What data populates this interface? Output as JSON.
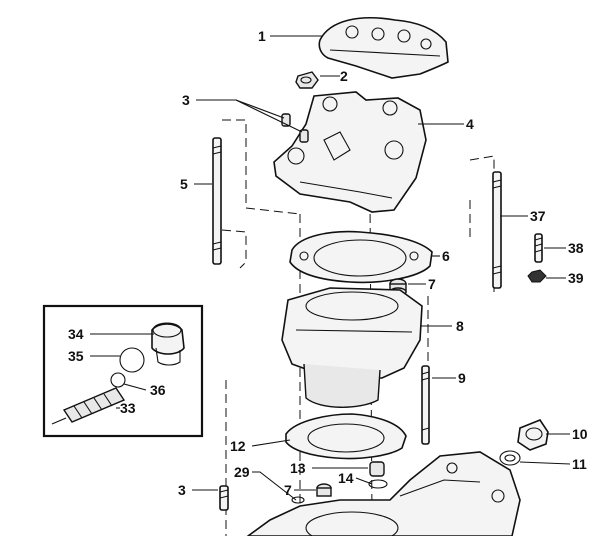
{
  "diagram": {
    "callouts": {
      "c1": "1",
      "c2": "2",
      "c3a": "3",
      "c4": "4",
      "c5": "5",
      "c6": "6",
      "c7a": "7",
      "c8": "8",
      "c9": "9",
      "c10": "10",
      "c11": "11",
      "c12": "12",
      "c13": "13",
      "c14": "14",
      "c3b": "3",
      "c29": "29",
      "c7b": "7",
      "c33": "33",
      "c34": "34",
      "c35": "35",
      "c36": "36",
      "c37": "37",
      "c38": "38",
      "c39": "39"
    },
    "colors": {
      "ink": "#111111",
      "paper": "#ffffff",
      "fill": "#f4f4f4"
    }
  }
}
